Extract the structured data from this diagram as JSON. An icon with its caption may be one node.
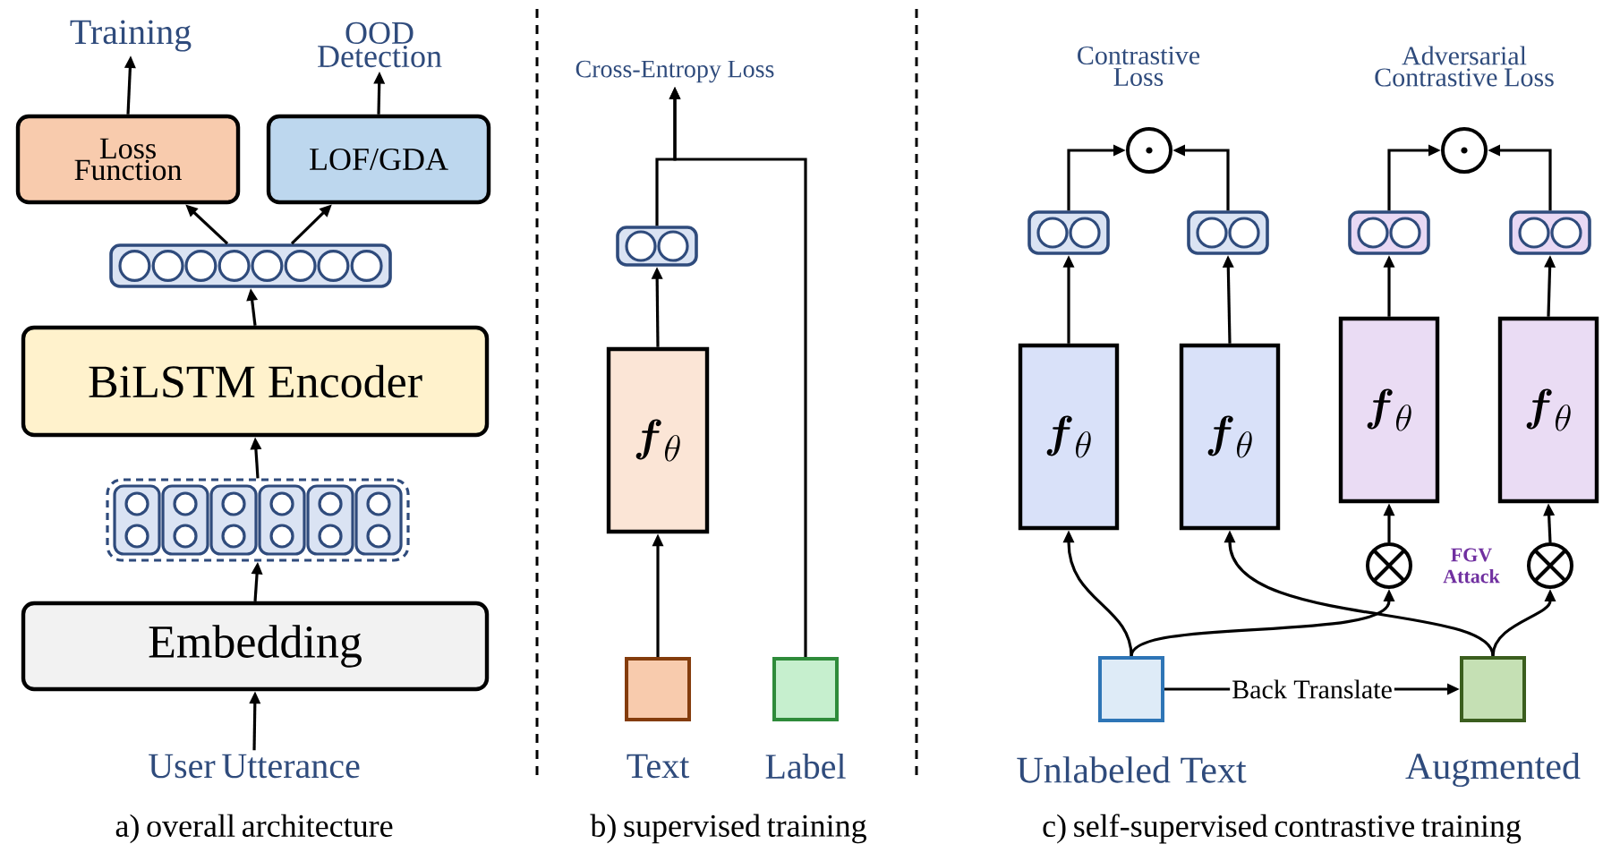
{
  "diagram": {
    "nodes": [
      {
        "text": [
          "Training"
        ]
      },
      {
        "text": [
          "OOD Detection"
        ]
      },
      {
        "text": [
          "Loss Function"
        ]
      },
      {
        "text": [
          "LOF/GDA"
        ]
      },
      {
        "text": [],
        "shape": "bar"
      },
      {
        "text": [
          "BiLSTM Encoder"
        ]
      },
      {
        "text": [],
        "shape": "box"
      },
      {
        "text": [
          "Embedding"
        ]
      },
      {
        "text": [
          "User Utterance"
        ]
      },
      {
        "text": [
          "Cross-Entropy Loss"
        ]
      },
      {
        "text": [],
        "shape": "bar"
      },
      {
        "text": [
          "\\boldsymbol{f}_{\\theta}"
        ]
      },
      {
        "text": [],
        "shape": "box",
        "beside": [
          "Text"
        ]
      },
      {
        "text": [],
        "shape": "box",
        "beside": [
          "Label"
        ]
      },
      {
        "text": [
          "Contrastive Loss"
        ]
      },
      {
        "text": [
          "Adversarial Contrastive Loss"
        ]
      },
      {
        "text": [],
        "shape": "circle"
      },
      {
        "text": [],
        "shape": "circle"
      },
      {
        "text": [],
        "shape": "bar"
      },
      {
        "text": [],
        "shape": "bar"
      },
      {
        "text": [],
        "shape": "bar"
      },
      {
        "text": [],
        "shape": "bar"
      },
      {
        "text": [
          "\\boldsymbol{f}_{\\theta}"
        ]
      },
      {
        "text": [
          "\\boldsymbol{f}_{\\theta}"
        ]
      },
      {
        "text": [
          "\\boldsymbol{f}_{\\theta}"
        ]
      },
      {
        "text": [
          "\\boldsymbol{f}_{\\theta}"
        ]
      },
      {
        "text": [],
        "shape": "circle"
      },
      {
        "text": [],
        "shape": "circle"
      },
      {
        "text": [],
        "shape": "box",
        "beside": [
          "Unlabeled Text"
        ]
      },
      {
        "text": [],
        "shape": "box",
        "beside": [
          "Augmented"
        ]
      }
    ],
    "edges": [
      {
        "from": 8,
        "to": 7,
        "arrow": "to"
      },
      {
        "from": 7,
        "to": 6,
        "arrow": "to"
      },
      {
        "from": 6,
        "to": 5,
        "arrow": "to"
      },
      {
        "from": 5,
        "to": 4,
        "arrow": "to"
      },
      {
        "from": 4,
        "to": 2,
        "arrow": "to"
      },
      {
        "from": 4,
        "to": 3,
        "arrow": "to"
      },
      {
        "from": 2,
        "to": 0,
        "arrow": "to"
      },
      {
        "from": 3,
        "to": 1,
        "arrow": "to"
      },
      {
        "from": 12,
        "to": 11,
        "arrow": "to"
      },
      {
        "from": 11,
        "to": 10,
        "arrow": "to"
      },
      {
        "from": 10,
        "to": 9,
        "arrow": "to"
      },
      {
        "from": 13,
        "to": 9,
        "arrow": "to"
      },
      {
        "from": 18,
        "to": 16,
        "arrow": "to"
      },
      {
        "from": 19,
        "to": 16,
        "arrow": "to"
      },
      {
        "from": 20,
        "to": 17,
        "arrow": "to"
      },
      {
        "from": 21,
        "to": 17,
        "arrow": "to"
      },
      {
        "from": 22,
        "to": 18,
        "arrow": "to"
      },
      {
        "from": 23,
        "to": 19,
        "arrow": "to"
      },
      {
        "from": 24,
        "to": 20,
        "arrow": "to"
      },
      {
        "from": 25,
        "to": 21,
        "arrow": "to"
      },
      {
        "from": 26,
        "to": 24,
        "arrow": "to"
      },
      {
        "from": 27,
        "to": 25,
        "arrow": "to"
      },
      {
        "from": 28,
        "to": 22,
        "arrow": "to"
      },
      {
        "from": 28,
        "to": 26,
        "arrow": "to"
      },
      {
        "from": 29,
        "to": 23,
        "arrow": "to"
      },
      {
        "from": 29,
        "to": 27,
        "arrow": "to"
      },
      {
        "from": 28,
        "to": 29,
        "label": "Back Translate",
        "arrow": "to"
      }
    ],
    "labels": [
      "FGV Attack",
      "a) overall architecture",
      "b) supervised training",
      "c) self-supervised contrastive training"
    ]
  }
}
